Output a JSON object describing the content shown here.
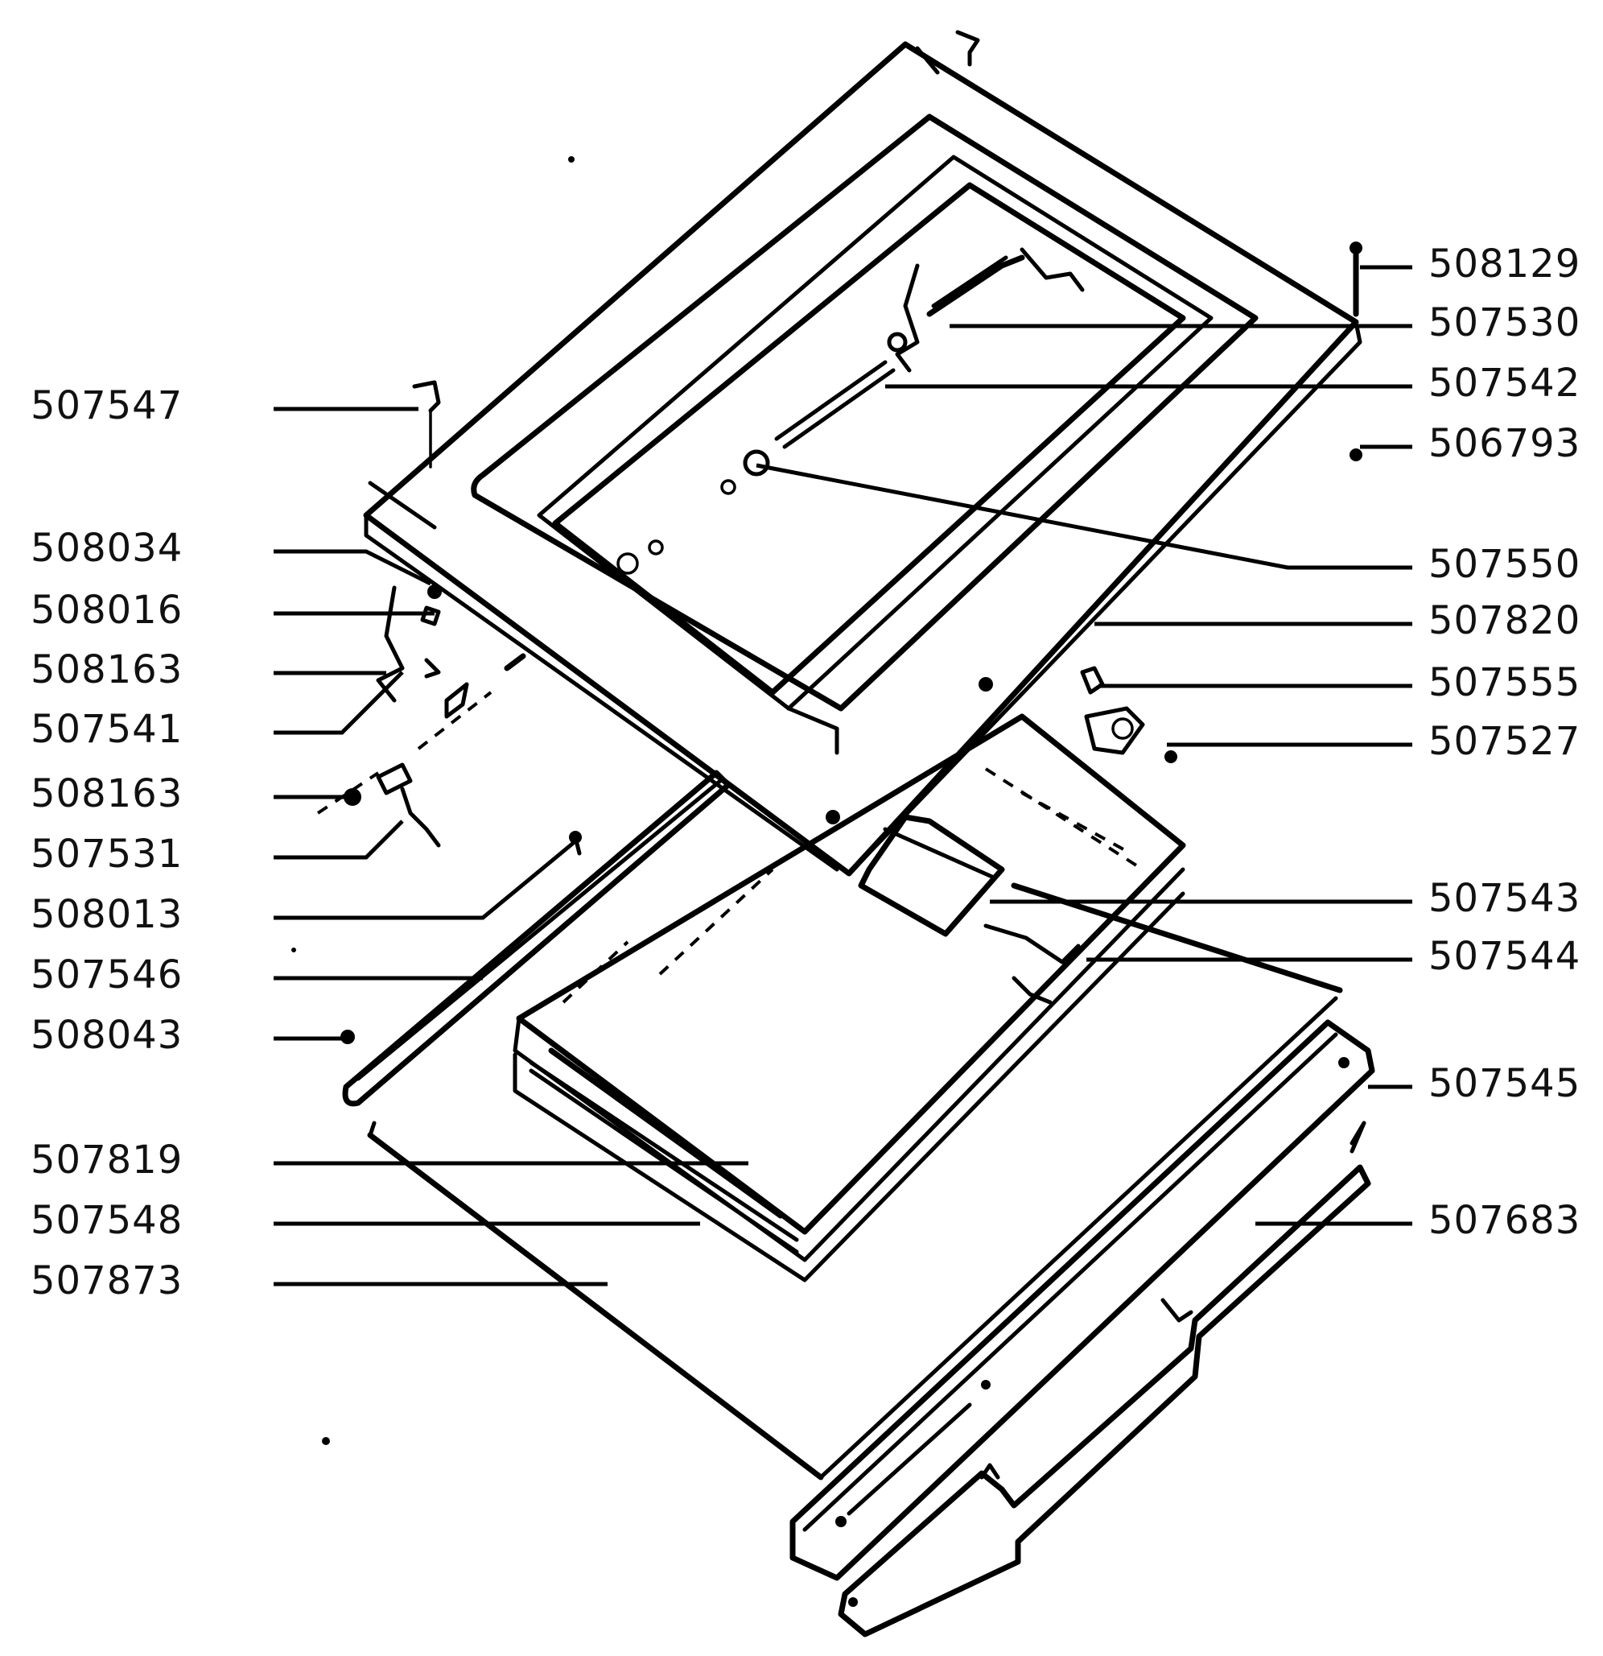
{
  "diagram": {
    "left_labels": [
      "507547",
      "508034",
      "508016",
      "508163",
      "507541",
      "508163",
      "507531",
      "508013",
      "507546",
      "508043",
      "507819",
      "507548",
      "507873"
    ],
    "right_labels": [
      "508129",
      "507530",
      "507542",
      "506793",
      "507550",
      "507820",
      "507555",
      "507527",
      "507543",
      "507544",
      "507545",
      "507683"
    ]
  }
}
